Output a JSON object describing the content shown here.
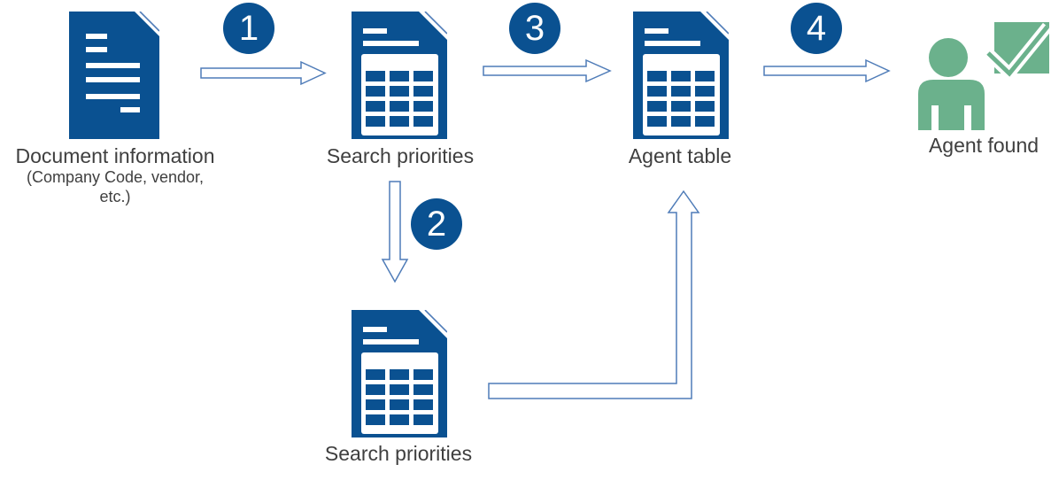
{
  "diagram": {
    "nodes": {
      "document": {
        "label": "Document information",
        "caption_line1": "(Company Code, vendor,",
        "caption_line2": "etc.)"
      },
      "search_priorities_top": {
        "label": "Search priorities"
      },
      "agent_table": {
        "label": "Agent table"
      },
      "agent_found": {
        "label": "Agent found"
      },
      "search_priorities_bottom": {
        "label": "Search priorities"
      }
    },
    "steps": {
      "s1": "1",
      "s2": "2",
      "s3": "3",
      "s4": "4"
    },
    "icons": {
      "document": "document-icon",
      "search_priorities_top": "table-document-icon",
      "agent_table": "table-document-icon",
      "search_priorities_bottom": "table-document-icon",
      "agent_found": "person-check-icon"
    },
    "colors": {
      "primary_blue": "#0A5191",
      "arrow_outline": "#4F7CB8",
      "fold_line": "#4F7CB8",
      "green": "#6BB18C",
      "text": "#3F3F3F"
    }
  }
}
